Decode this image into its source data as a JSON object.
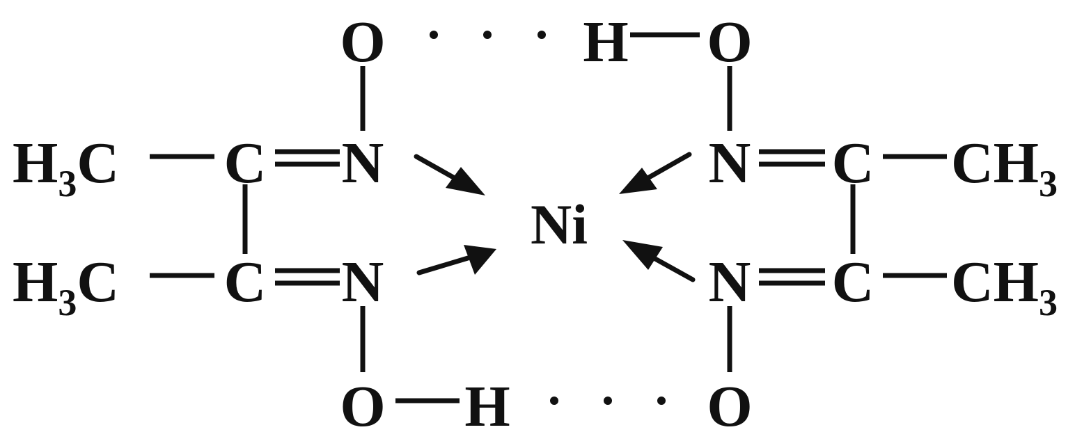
{
  "molecule": {
    "metal": "Ni",
    "left_upper_methyl": {
      "main": "H",
      "sub": "3",
      "tail": "C"
    },
    "left_lower_methyl": {
      "main": "H",
      "sub": "3",
      "tail": "C"
    },
    "right_upper_methyl": {
      "main": "CH",
      "sub": "3"
    },
    "right_lower_methyl": {
      "main": "CH",
      "sub": "3"
    },
    "left_upper_carbon": "C",
    "left_lower_carbon": "C",
    "right_upper_carbon": "C",
    "right_lower_carbon": "C",
    "left_upper_nitrogen": "N",
    "left_lower_nitrogen": "N",
    "right_upper_nitrogen": "N",
    "right_lower_nitrogen": "N",
    "top_left_oxygen": "O",
    "top_right_oxygen": "O",
    "bottom_left_oxygen": "O",
    "bottom_right_oxygen": "O",
    "top_hydrogen": "H",
    "bottom_hydrogen": "H"
  }
}
